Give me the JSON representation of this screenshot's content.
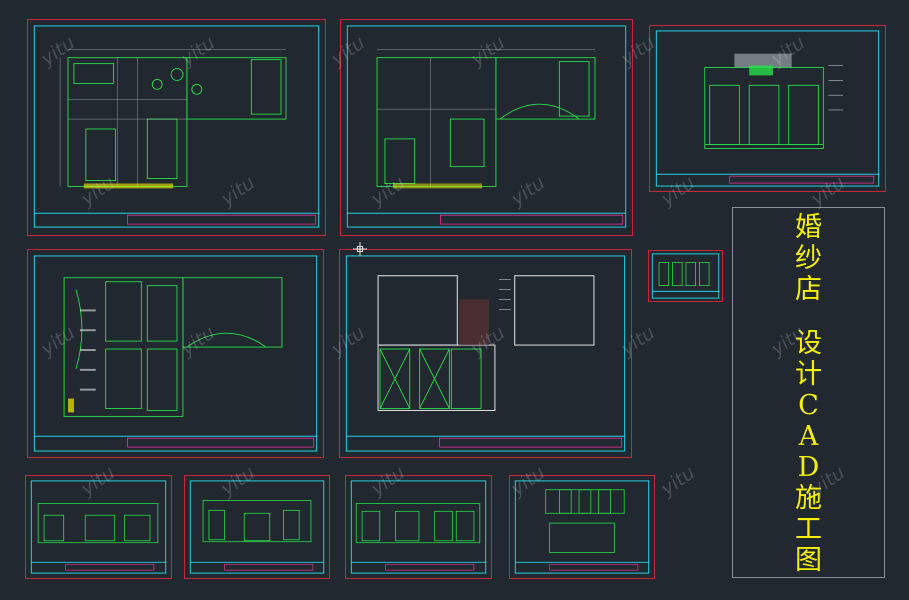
{
  "title": {
    "line1": "婚纱店",
    "line2": "设计CAD施工图"
  },
  "watermark": "yitu",
  "colors": {
    "background": "#212830",
    "sheet_border": "#c8283a",
    "frame_cyan": "#22d3e6",
    "line_green": "#27e04a",
    "line_white": "#e6e6e6",
    "accent_yellow": "#f4f000",
    "accent_magenta": "#e8309a"
  }
}
